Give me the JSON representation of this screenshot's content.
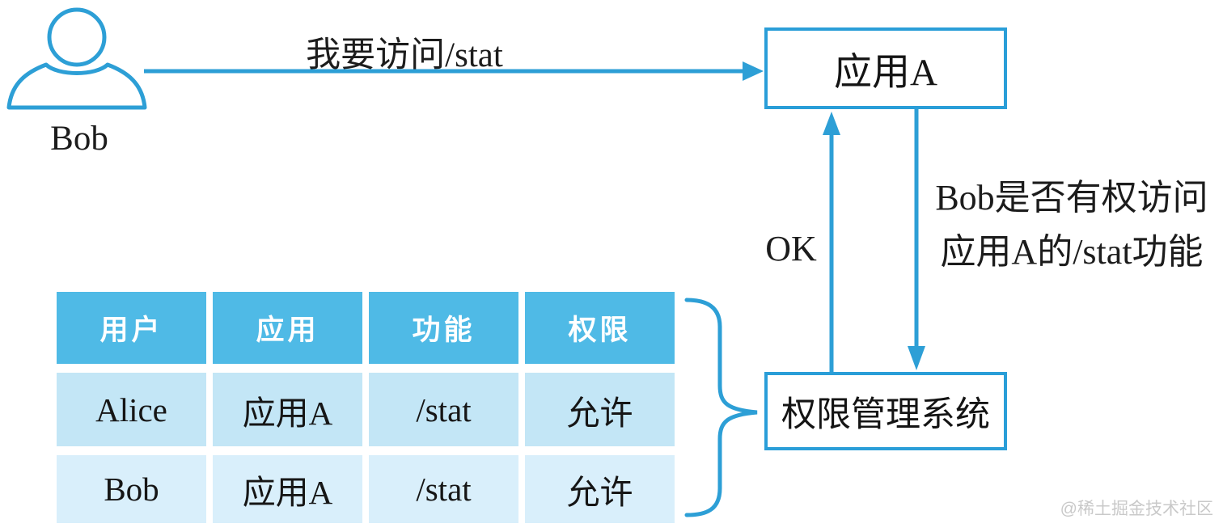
{
  "diagram": {
    "actor_label": "Bob",
    "request_label": "我要访问/stat",
    "app_box_label": "应用A",
    "ok_label": "OK",
    "query_line1": "Bob是否有权访问",
    "query_line2": "应用A的/stat功能",
    "pms_box_label": "权限管理系统"
  },
  "permission_table": {
    "headers": [
      "用户",
      "应用",
      "功能",
      "权限"
    ],
    "rows": [
      [
        "Alice",
        "应用A",
        "/stat",
        "允许"
      ],
      [
        "Bob",
        "应用A",
        "/stat",
        "允许"
      ]
    ]
  },
  "watermark": "@稀土掘金技术社区",
  "icons": {
    "user_icon": "person outline (head + shoulders)",
    "right_arrow_icon": "request arrow to app",
    "down_arrow_icon": "permission query arrow",
    "up_arrow_icon": "OK response arrow",
    "curly_brace_icon": "brace grouping table into permission system"
  },
  "colors": {
    "line_blue": "#2d9fd6",
    "box_border_blue": "#2a9ed8",
    "table_header_blue": "#4fbae6",
    "table_row1_blue": "#c3e6f6",
    "table_row2_blue": "#d9effb",
    "text_black": "#1c1c1c",
    "header_text_white": "#ffffff",
    "watermark_gray": "#c9c9c9"
  }
}
